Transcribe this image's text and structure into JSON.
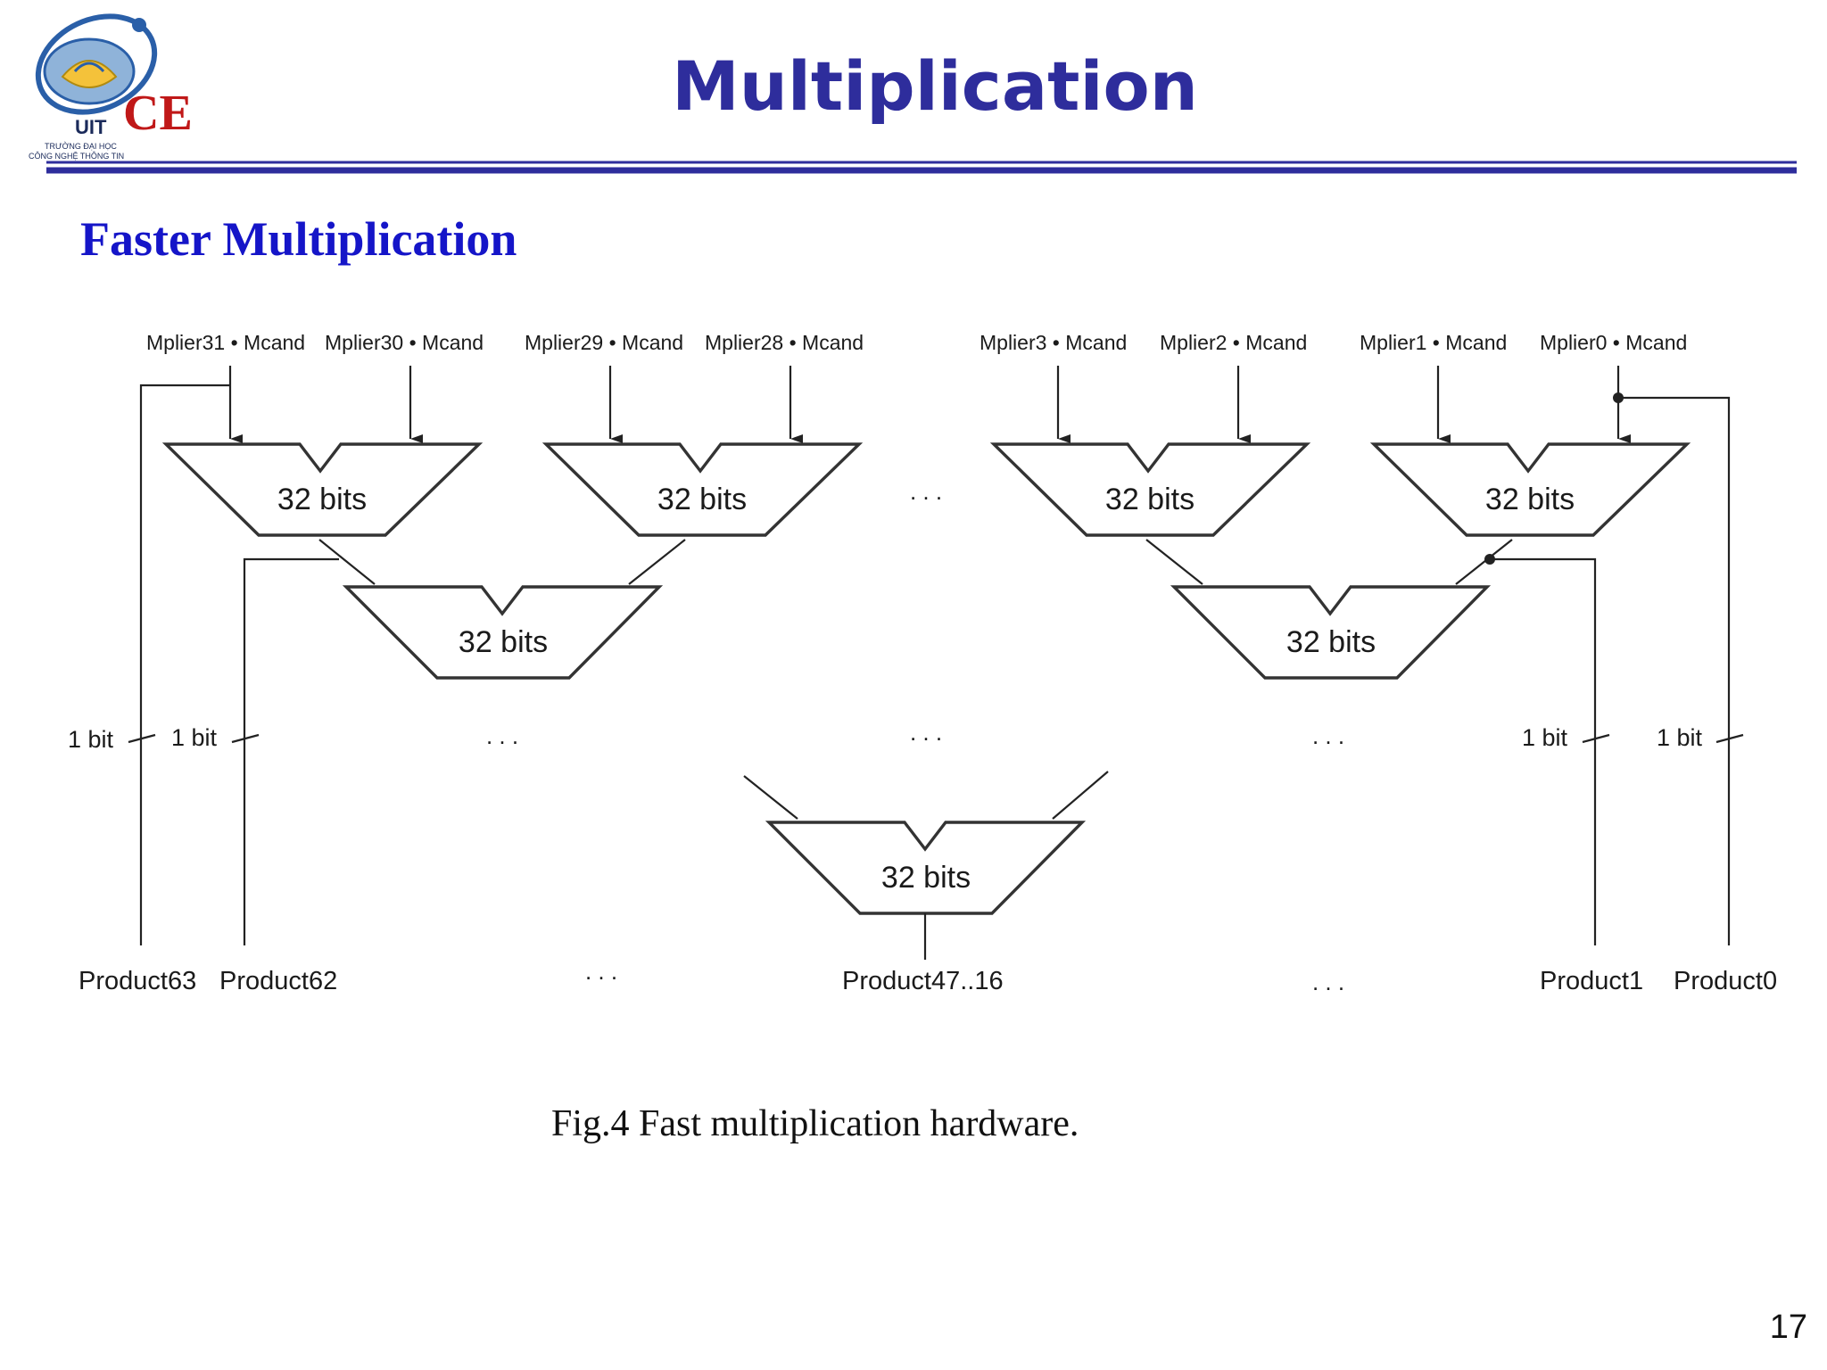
{
  "slide": {
    "title": "Multiplication",
    "subtitle": "Faster Multiplication",
    "caption": "Fig.4 Fast multiplication hardware.",
    "page_number": "17"
  },
  "logo": {
    "ce": "CE",
    "uit": "UIT",
    "line1": "TRƯỜNG ĐẠI HỌC",
    "line2": "CÔNG NGHỆ THÔNG TIN"
  },
  "diagram": {
    "inputs": [
      "Mplier31 • Mcand",
      "Mplier30 • Mcand",
      "Mplier29 • Mcand",
      "Mplier28 • Mcand",
      "Mplier3 • Mcand",
      "Mplier2 • Mcand",
      "Mplier1 • Mcand",
      "Mplier0 • Mcand"
    ],
    "adder_label": "32 bits",
    "bit_label": "1 bit",
    "ellipsis": ". . .",
    "outputs": {
      "product63": "Product63",
      "product62": "Product62",
      "middle": "Product47..16",
      "product1": "Product1",
      "product0": "Product0"
    }
  },
  "colors": {
    "title": "#2e2d9c",
    "subtitle": "#1515c8",
    "rule": "#2e2d9c",
    "logo_ce": "#c01818"
  }
}
